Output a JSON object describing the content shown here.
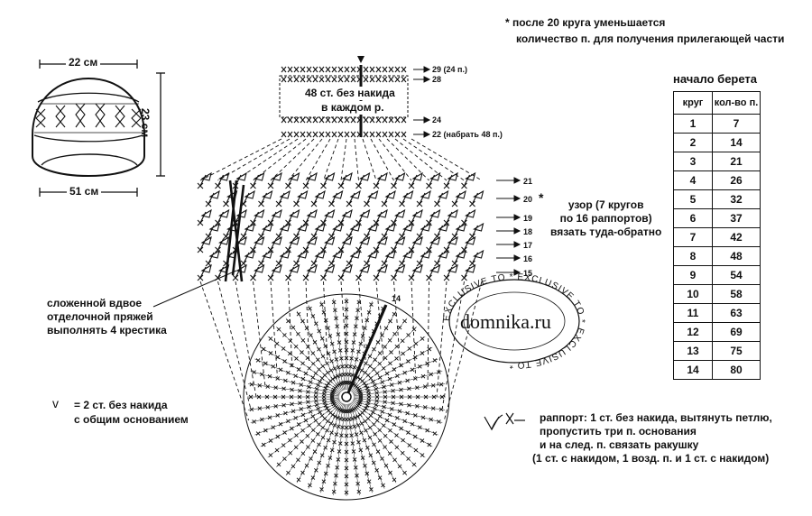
{
  "hat": {
    "top_width": "22 см",
    "height": "23 см",
    "bottom_width": "51 см"
  },
  "band": {
    "text_line1": "48 ст. без накида",
    "text_line2": "в каждом р.",
    "rows": [
      "29 (24 п.)",
      "28",
      "24",
      "22 (набрать 48 п.)"
    ]
  },
  "note_top": {
    "star": "*",
    "line1": "после 20 круга уменьшается",
    "line2": "количество п. для получения прилегающей части"
  },
  "pattern": {
    "rows": [
      "21",
      "20",
      "19",
      "18",
      "17",
      "16",
      "15"
    ],
    "star": "*",
    "desc_line1": "узор (7 кругов",
    "desc_line2": "по 16 раппортов)",
    "desc_line3": "вязать туда-обратно"
  },
  "circle": {
    "row_label": "14"
  },
  "folded_note": {
    "line1": "сложенной вдвое",
    "line2": "отделочной пряжей",
    "line3": "выполнять 4 крестика"
  },
  "legend_v": {
    "symbol": "v",
    "line1": "= 2 ст. без накида",
    "line2": "с общим основанием"
  },
  "watermark": {
    "site": "domnika.ru",
    "ring": "EXCLUSIVE TO * EXCLUSIVE TO * EXCLUSIVE TO *"
  },
  "rapport": {
    "title": "раппорт:",
    "line1": " 1 ст. без накида, вытянуть петлю,",
    "line2": "пропустить три п. основания",
    "line3": "и на след. п. связать ракушку",
    "line4": "(1 ст. с накидом, 1 возд. п. и 1 ст. с накидом)"
  },
  "table": {
    "title": "начало берета",
    "header": [
      "круг",
      "кол-во п."
    ],
    "rows": [
      [
        "1",
        "7"
      ],
      [
        "2",
        "14"
      ],
      [
        "3",
        "21"
      ],
      [
        "4",
        "26"
      ],
      [
        "5",
        "32"
      ],
      [
        "6",
        "37"
      ],
      [
        "7",
        "42"
      ],
      [
        "8",
        "48"
      ],
      [
        "9",
        "54"
      ],
      [
        "10",
        "58"
      ],
      [
        "11",
        "63"
      ],
      [
        "12",
        "69"
      ],
      [
        "13",
        "75"
      ],
      [
        "14",
        "80"
      ]
    ]
  }
}
